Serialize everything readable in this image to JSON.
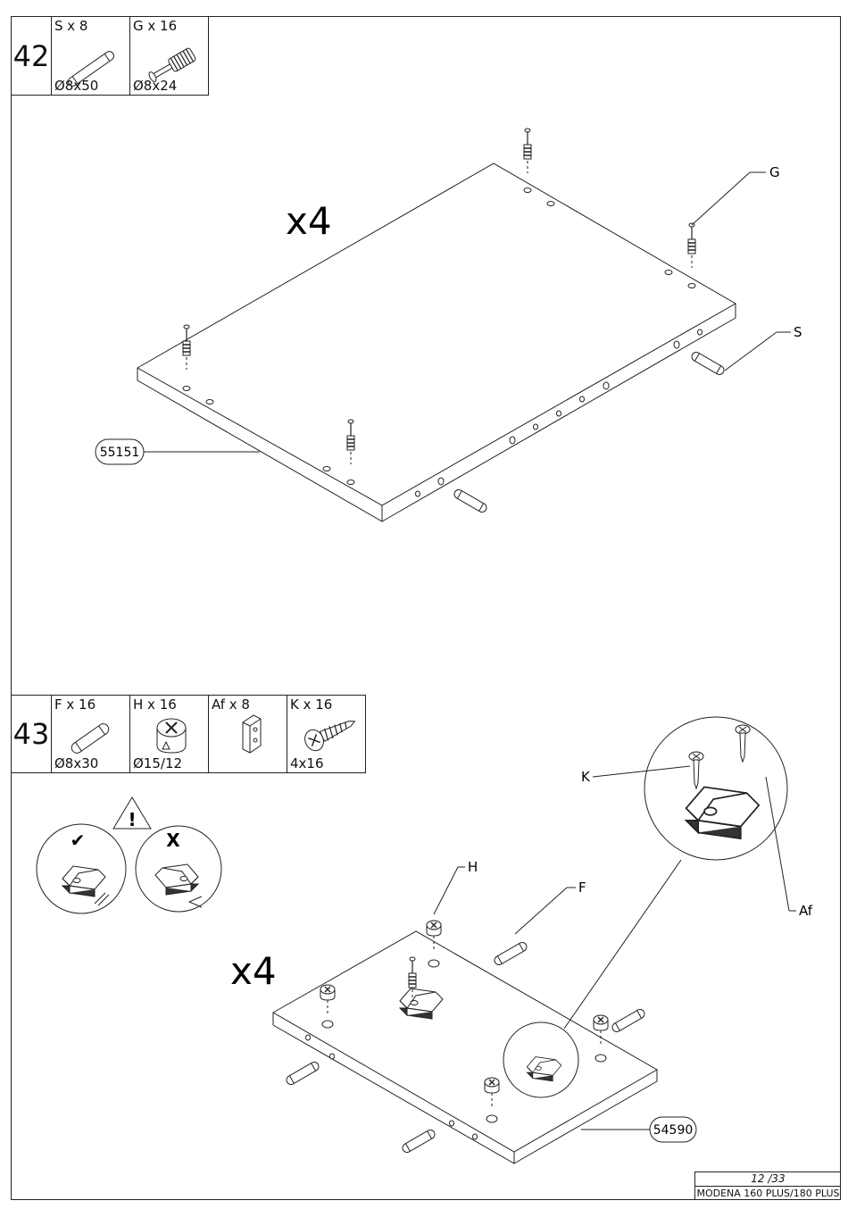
{
  "steps": [
    {
      "number": "42",
      "parts": [
        {
          "qty": "S x 8",
          "dim": "Ø8x50",
          "icon": "dowel-icon"
        },
        {
          "qty": "G x 16",
          "dim": "Ø8x24",
          "icon": "cam-bolt-icon"
        }
      ],
      "multiplier": "x4",
      "panel_code": "55151",
      "callouts": {
        "g": "G",
        "s": "S"
      }
    },
    {
      "number": "43",
      "parts": [
        {
          "qty": "F x 16",
          "dim": "Ø8x30",
          "icon": "dowel-icon"
        },
        {
          "qty": "H x 16",
          "dim": "Ø15/12",
          "icon": "cam-lock-icon"
        },
        {
          "qty": "Af x 8",
          "dim": "",
          "icon": "corner-bracket-icon"
        },
        {
          "qty": "K x 16",
          "dim": "4x16",
          "icon": "screw-icon"
        }
      ],
      "multiplier": "x4",
      "panel_code": "54590",
      "callouts": {
        "h": "H",
        "f": "F",
        "k": "K",
        "af": "Af"
      },
      "warning": {
        "symbol": "!",
        "correct_mark": "✔",
        "wrong_mark": "X"
      }
    }
  ],
  "footer": {
    "page": "12 /33",
    "model": "MODENA 160 PLUS/180 PLUS"
  }
}
